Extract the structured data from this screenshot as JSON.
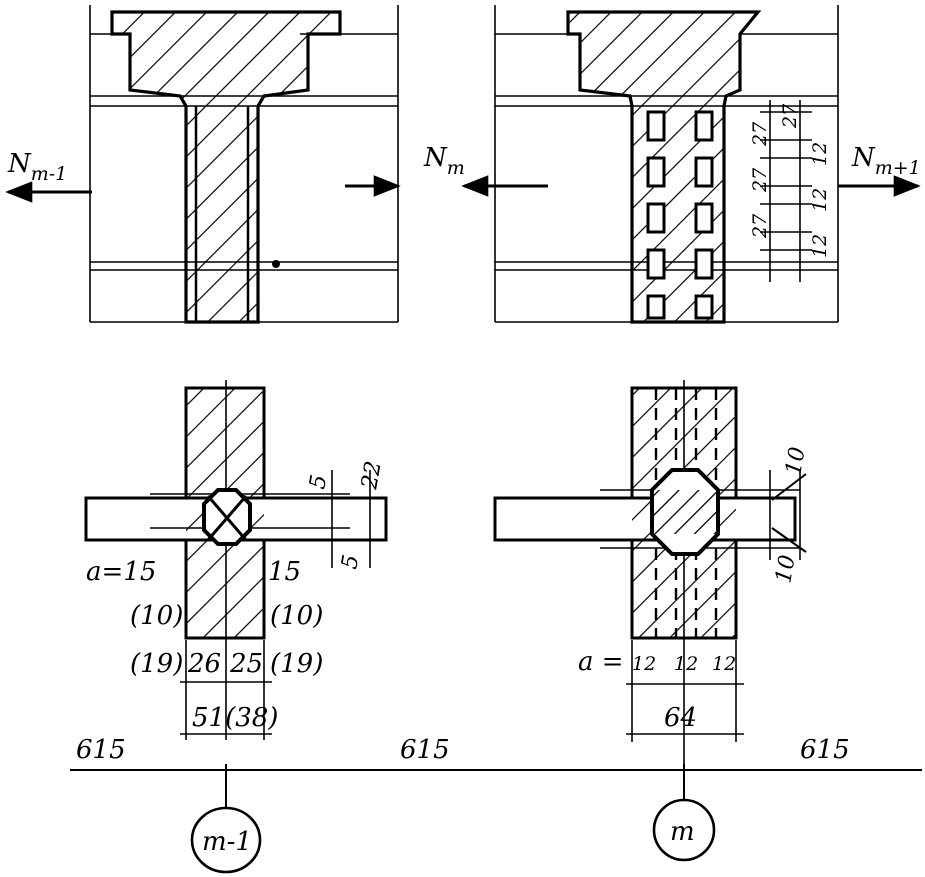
{
  "upper_left": {
    "force_label_base": "N",
    "force_label_sub": "m-1"
  },
  "upper_right": {
    "force_left_base": "N",
    "force_left_sub": "m",
    "force_right_base": "N",
    "force_right_sub": "m+1",
    "dims_col1": [
      "27",
      "27",
      "27"
    ],
    "dims_col2": [
      "12",
      "12",
      "12"
    ]
  },
  "lower_left": {
    "dim_5_top": "5",
    "dim_5_bottom": "5",
    "dim_22": "22",
    "a_left": "a=15",
    "a_right": "15",
    "paren_left": "(10)",
    "paren_right": "(10)",
    "bottom_19_left": "(19)",
    "bottom_26": "26",
    "bottom_25": "25",
    "bottom_19_right": "(19)",
    "total": "51(38)"
  },
  "lower_right": {
    "dim_10_top": "10",
    "dim_10_bottom": "10",
    "a_prefix": "a =",
    "a_vals": [
      "12",
      "12",
      "12"
    ],
    "total": "64"
  },
  "axis": {
    "spacing_left": "615",
    "spacing_mid": "615",
    "spacing_right": "615",
    "marker_left": "m-1",
    "marker_right": "m"
  },
  "colors": {
    "ink": "#000000",
    "paper": "#ffffff"
  }
}
